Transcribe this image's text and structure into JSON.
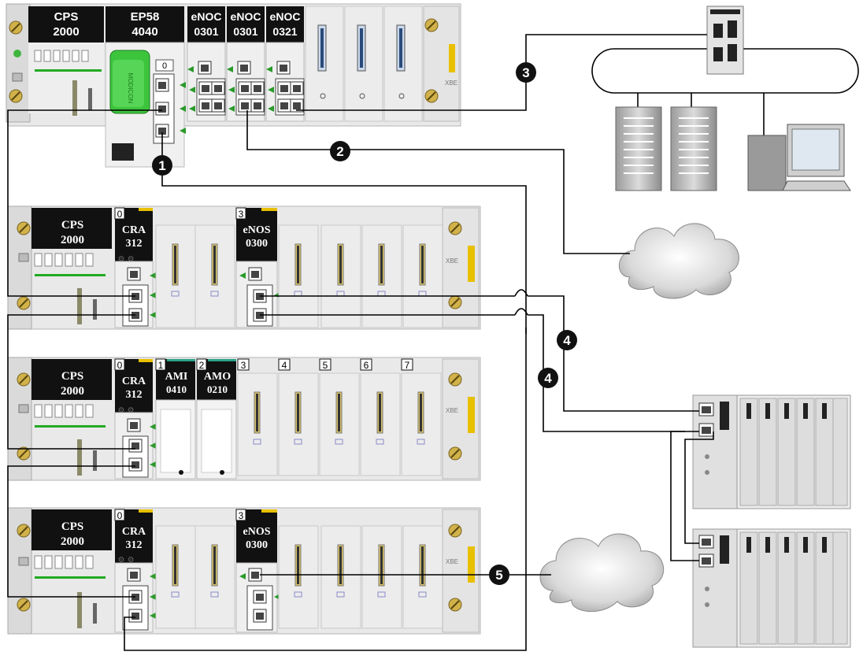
{
  "colors": {
    "module_black": "#111111",
    "rack_grey": "#e6e6e6",
    "green_led": "#22aa22",
    "yellow": "#e8c000",
    "cable": "#000000"
  },
  "top_rack": {
    "modules": [
      {
        "line1": "CPS",
        "line2": "2000"
      },
      {
        "line1": "EP58",
        "line2": "4040"
      },
      {
        "line1": "eNOC",
        "line2": "0301"
      },
      {
        "line1": "eNOC",
        "line2": "0301"
      },
      {
        "line1": "eNOC",
        "line2": "0321"
      }
    ],
    "cpu_slot_number": "0",
    "xbe_label": "XBE"
  },
  "drop1": {
    "ps": {
      "line1": "CPS",
      "line2": "2000"
    },
    "cra": {
      "slot": "0",
      "line1": "CRA",
      "line2": "312"
    },
    "enos": {
      "slot": "3",
      "line1": "eNOS",
      "line2": "0300"
    },
    "xbe_label": "XBE"
  },
  "drop2": {
    "ps": {
      "line1": "CPS",
      "line2": "2000"
    },
    "cra": {
      "slot": "0",
      "line1": "CRA",
      "line2": "312"
    },
    "ami": {
      "slot": "1",
      "line1": "AMI",
      "line2": "0410"
    },
    "amo": {
      "slot": "2",
      "line1": "AMO",
      "line2": "0210"
    },
    "slots": [
      "3",
      "4",
      "5",
      "6",
      "7"
    ],
    "xbe_label": "XBE"
  },
  "drop3": {
    "ps": {
      "line1": "CPS",
      "line2": "2000"
    },
    "cra": {
      "slot": "0",
      "line1": "CRA",
      "line2": "312"
    },
    "enos": {
      "slot": "3",
      "line1": "eNOS",
      "line2": "0300"
    },
    "xbe_label": "XBE"
  },
  "callouts": [
    "1",
    "2",
    "3",
    "4",
    "4",
    "5"
  ],
  "icons": [
    "cloud-icon",
    "server-icon",
    "pc-icon",
    "io-island-icon"
  ]
}
